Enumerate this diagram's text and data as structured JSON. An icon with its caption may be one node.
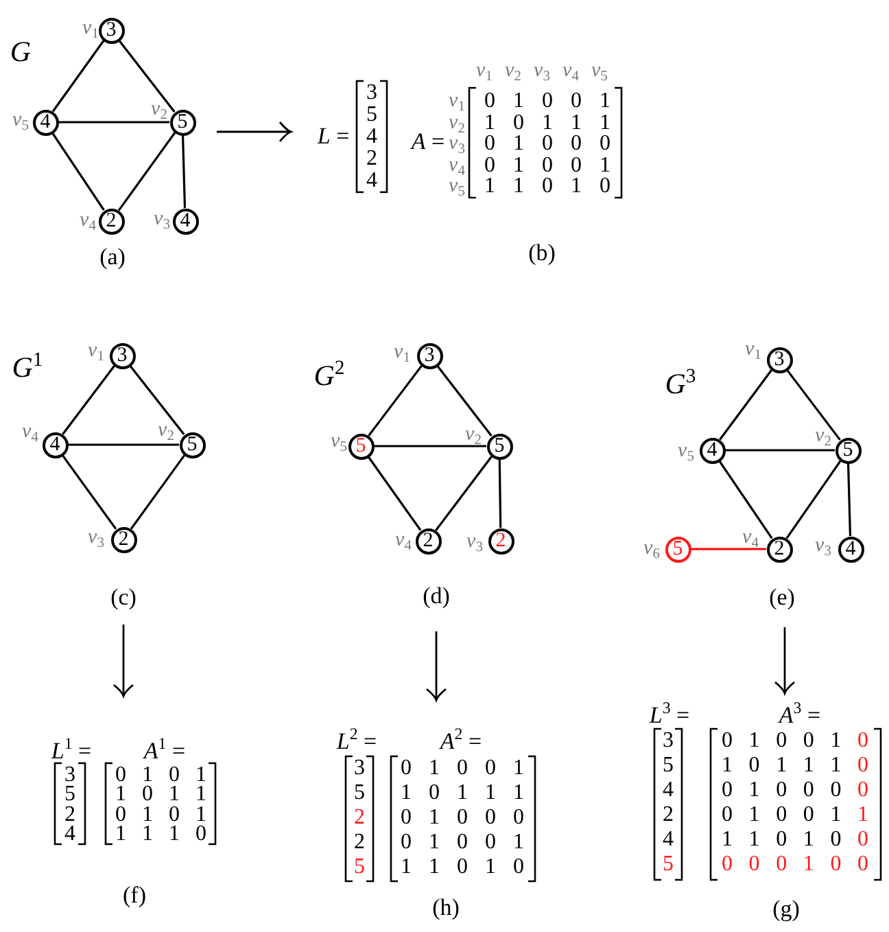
{
  "diagram": {
    "nodes": [
      {
        "text": [
          "3"
        ],
        "beside": [
          "*v*$_{1}$"
        ]
      },
      {
        "text": [
          "4"
        ],
        "beside": [
          "*v*$_{5}$"
        ]
      },
      {
        "text": [
          "5"
        ],
        "beside": [
          "*v*$_{2}$"
        ]
      },
      {
        "text": [
          "2"
        ],
        "beside": [
          "*v*$_{4}$"
        ]
      },
      {
        "text": [
          "4"
        ],
        "beside": [
          "*v*$_{3}$"
        ]
      },
      {
        "text": [
          "3"
        ],
        "beside": [
          "*v*$_{1}$"
        ]
      },
      {
        "text": [
          "4"
        ],
        "beside": [
          "*v*$_{4}$"
        ]
      },
      {
        "text": [
          "5"
        ],
        "beside": [
          "*v*$_{2}$"
        ]
      },
      {
        "text": [
          "2"
        ],
        "beside": [
          "*v*$_{3}$"
        ]
      },
      {
        "text": [
          "3"
        ],
        "beside": [
          "*v*$_{1}$"
        ]
      },
      {
        "text": [
          "5"
        ],
        "beside": [
          "*v*$_{5}$"
        ]
      },
      {
        "text": [
          "5"
        ],
        "beside": [
          "*v*$_{2}$"
        ]
      },
      {
        "text": [
          "2"
        ],
        "beside": [
          "*v*$_{4}$"
        ]
      },
      {
        "text": [
          "2"
        ],
        "beside": [
          "*v*$_{3}$"
        ]
      },
      {
        "text": [
          "3"
        ],
        "beside": [
          "*v*$_{1}$"
        ]
      },
      {
        "text": [
          "4"
        ],
        "beside": [
          "*v*$_{5}$"
        ]
      },
      {
        "text": [
          "5"
        ],
        "beside": [
          "*v*$_{2}$"
        ]
      },
      {
        "text": [
          "5"
        ],
        "beside": [
          "*v*$_{6}$"
        ]
      },
      {
        "text": [
          "2"
        ],
        "beside": [
          "*v*$_{4}$"
        ]
      },
      {
        "text": [
          "4"
        ],
        "beside": [
          "*v*$_{3}$"
        ]
      }
    ],
    "edges": [
      {
        "from": 0,
        "to": 1,
        "arrow": "none"
      },
      {
        "from": 0,
        "to": 2,
        "arrow": "none"
      },
      {
        "from": 1,
        "to": 2,
        "arrow": "none"
      },
      {
        "from": 1,
        "to": 3,
        "arrow": "none"
      },
      {
        "from": 3,
        "to": 2,
        "arrow": "none"
      },
      {
        "from": 2,
        "to": 4,
        "arrow": "none"
      },
      {
        "from": 5,
        "to": 6,
        "arrow": "none"
      },
      {
        "from": 5,
        "to": 7,
        "arrow": "none"
      },
      {
        "from": 6,
        "to": 7,
        "arrow": "none"
      },
      {
        "from": 6,
        "to": 8,
        "arrow": "none"
      },
      {
        "from": 8,
        "to": 7,
        "arrow": "none"
      },
      {
        "from": 9,
        "to": 10,
        "arrow": "none"
      },
      {
        "from": 9,
        "to": 11,
        "arrow": "none"
      },
      {
        "from": 10,
        "to": 11,
        "arrow": "none"
      },
      {
        "from": 10,
        "to": 12,
        "arrow": "none"
      },
      {
        "from": 12,
        "to": 11,
        "arrow": "none"
      },
      {
        "from": 11,
        "to": 13,
        "arrow": "none"
      },
      {
        "from": 14,
        "to": 15,
        "arrow": "none"
      },
      {
        "from": 14,
        "to": 16,
        "arrow": "none"
      },
      {
        "from": 15,
        "to": 16,
        "arrow": "none"
      },
      {
        "from": 15,
        "to": 18,
        "arrow": "none"
      },
      {
        "from": 18,
        "to": 16,
        "arrow": "none"
      },
      {
        "from": 16,
        "to": 19,
        "arrow": "none"
      },
      {
        "from": 17,
        "to": 18,
        "arrow": "none",
        "color": "#ff0000"
      }
    ],
    "labels": [
      "G",
      "(a)",
      "*L* =",
      "3",
      "5",
      "4",
      "2",
      "4",
      "*A* =",
      "*v*$_{1}$",
      "*v*$_{2}$",
      "*v*$_{3}$",
      "*v*$_{4}$",
      "*v*$_{5}$",
      "*v*$_{1}$",
      "0",
      "1",
      "0",
      "0",
      "1",
      "*v*$_{2}$",
      "1",
      "0",
      "1",
      "1",
      "1",
      "*v*$_{3}$",
      "0",
      "1",
      "0",
      "0",
      "0",
      "*v*$_{4}$",
      "0",
      "1",
      "0",
      "0",
      "1",
      "*v*$_{5}$",
      "1",
      "1",
      "0",
      "1",
      "0",
      "(b)",
      "*G*$^{1}$",
      "(c)",
      "*G*$^{2}$",
      "(d)",
      "*G*$^{3}$",
      "(e)",
      "*L*$^{1}$ =",
      "3",
      "5",
      "2",
      "4",
      "*A*$^{1}$ =",
      "0",
      "1",
      "0",
      "1",
      "1",
      "0",
      "1",
      "1",
      "0",
      "1",
      "0",
      "1",
      "1",
      "1",
      "1",
      "0",
      "(f)",
      "*L*$^{2}$ =",
      "3",
      "5",
      "2",
      "2",
      "5",
      "*A*$^{2}$ =",
      "0",
      "1",
      "0",
      "0",
      "1",
      "1",
      "0",
      "1",
      "1",
      "1",
      "0",
      "1",
      "0",
      "0",
      "0",
      "0",
      "1",
      "0",
      "0",
      "1",
      "1",
      "1",
      "0",
      "1",
      "0",
      "(h)",
      "*L*$^{3}$ =",
      "3",
      "5",
      "4",
      "2",
      "4",
      "5",
      "*A*$^{3}$ =",
      "0",
      "1",
      "0",
      "0",
      "1",
      "0",
      "1",
      "0",
      "1",
      "1",
      "1",
      "0",
      "0",
      "1",
      "0",
      "0",
      "0",
      "0",
      "0",
      "1",
      "0",
      "0",
      "1",
      "1",
      "1",
      "1",
      "0",
      "1",
      "0",
      "0",
      "0",
      "0",
      "0",
      "1",
      "0",
      "0",
      "(g)"
    ]
  }
}
